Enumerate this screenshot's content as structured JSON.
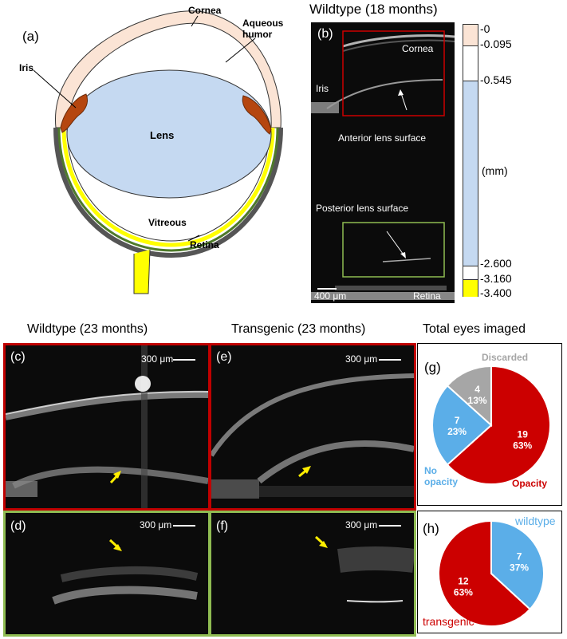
{
  "figure": {
    "panel_a": {
      "letter": "(a)",
      "labels": {
        "cornea": "Cornea",
        "aqueous": "Aqueous\nhumor",
        "iris": "Iris",
        "lens": "Lens",
        "vitreous": "Vitreous",
        "retina": "Retina"
      }
    },
    "panel_b": {
      "title": "Wildtype (18 months)",
      "letter": "(b)",
      "labels": {
        "cornea": "Cornea",
        "iris": "Iris",
        "anterior": "Anterior lens surface",
        "posterior": "Posterior lens surface",
        "retina": "Retina",
        "scalebar": "400 μm"
      },
      "colorbar": {
        "unit": "(mm)",
        "ticks": [
          "-0",
          "-0.095",
          "-0.545",
          "-2.600",
          "-3.160",
          "-3.400"
        ],
        "colors": {
          "cornea": "#fbe4d5",
          "aqueous": "#ffffff",
          "lens": "#c5d9f1",
          "vitreous": "#ffffff",
          "retina": "#ffff00"
        }
      }
    },
    "row_titles": {
      "wildtype": "Wildtype (23 months)",
      "transgenic": "Transgenic (23 months)",
      "total": "Total eyes imaged"
    },
    "panel_c": {
      "letter": "(c)",
      "scalebar": "300 μm"
    },
    "panel_d": {
      "letter": "(d)",
      "scalebar": "300 μm"
    },
    "panel_e": {
      "letter": "(e)",
      "scalebar": "300 μm"
    },
    "panel_f": {
      "letter": "(f)",
      "scalebar": "300 μm"
    },
    "panel_g": {
      "letter": "(g)",
      "slices": [
        {
          "name": "Opacity",
          "count": "19",
          "percent": "63%",
          "value": 19,
          "color": "#cc0000"
        },
        {
          "name": "No\nopacity",
          "count": "7",
          "percent": "23%",
          "value": 7,
          "color": "#5baee8"
        },
        {
          "name": "Discarded",
          "count": "4",
          "percent": "13%",
          "value": 4,
          "color": "#a6a6a6"
        }
      ]
    },
    "panel_h": {
      "letter": "(h)",
      "slices": [
        {
          "name": "wildtype",
          "count": "7",
          "percent": "37%",
          "value": 7,
          "color": "#5baee8"
        },
        {
          "name": "transgenic",
          "count": "12",
          "percent": "63%",
          "value": 12,
          "color": "#cc0000"
        }
      ]
    }
  }
}
